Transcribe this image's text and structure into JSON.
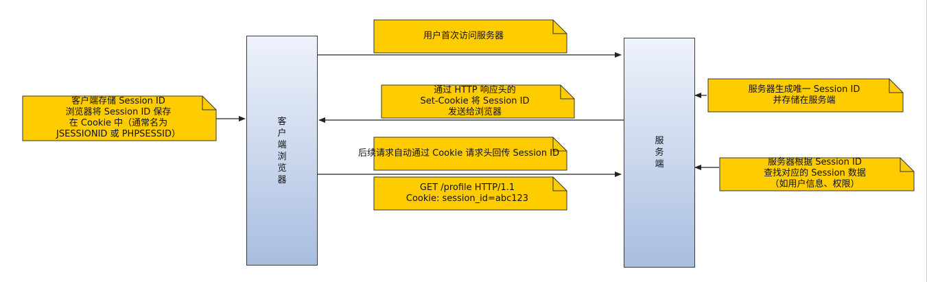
{
  "colors": {
    "note_fill": "#ffcc00",
    "node_top": "#eef2fb",
    "node_bottom": "#a8bddf",
    "stroke": "#222222"
  },
  "nodes": {
    "client": {
      "label": [
        "客",
        "户",
        "端",
        "浏",
        "览",
        "器"
      ]
    },
    "server": {
      "label": [
        "服",
        "务",
        "端"
      ]
    }
  },
  "notes": {
    "first_visit": {
      "lines": [
        "用户首次访问服务器"
      ]
    },
    "set_cookie": {
      "lines": [
        "通过 HTTP 响应头的",
        "Set-Cookie 将 Session ID",
        "发送给浏览器"
      ]
    },
    "request_example": {
      "lines": [
        "GET /profile HTTP/1.1",
        "Cookie: session_id=abc123"
      ]
    },
    "client_store": {
      "lines": [
        "客户端存储 Session ID",
        "浏览器将 Session ID 保存",
        "在 Cookie 中（通常名为",
        "JSESSIONID 或 PHPSESSID）"
      ]
    },
    "server_generate": {
      "lines": [
        "服务器生成唯一 Session ID",
        "并存储在服务端"
      ]
    },
    "server_lookup": {
      "lines": [
        "服务器根据 Session ID",
        "查找对应的 Session 数据",
        "（如用户信息、权限）"
      ]
    }
  },
  "labels": {
    "auto_send": "后续请求自动通过 Cookie 请求头回传 Session ID"
  }
}
